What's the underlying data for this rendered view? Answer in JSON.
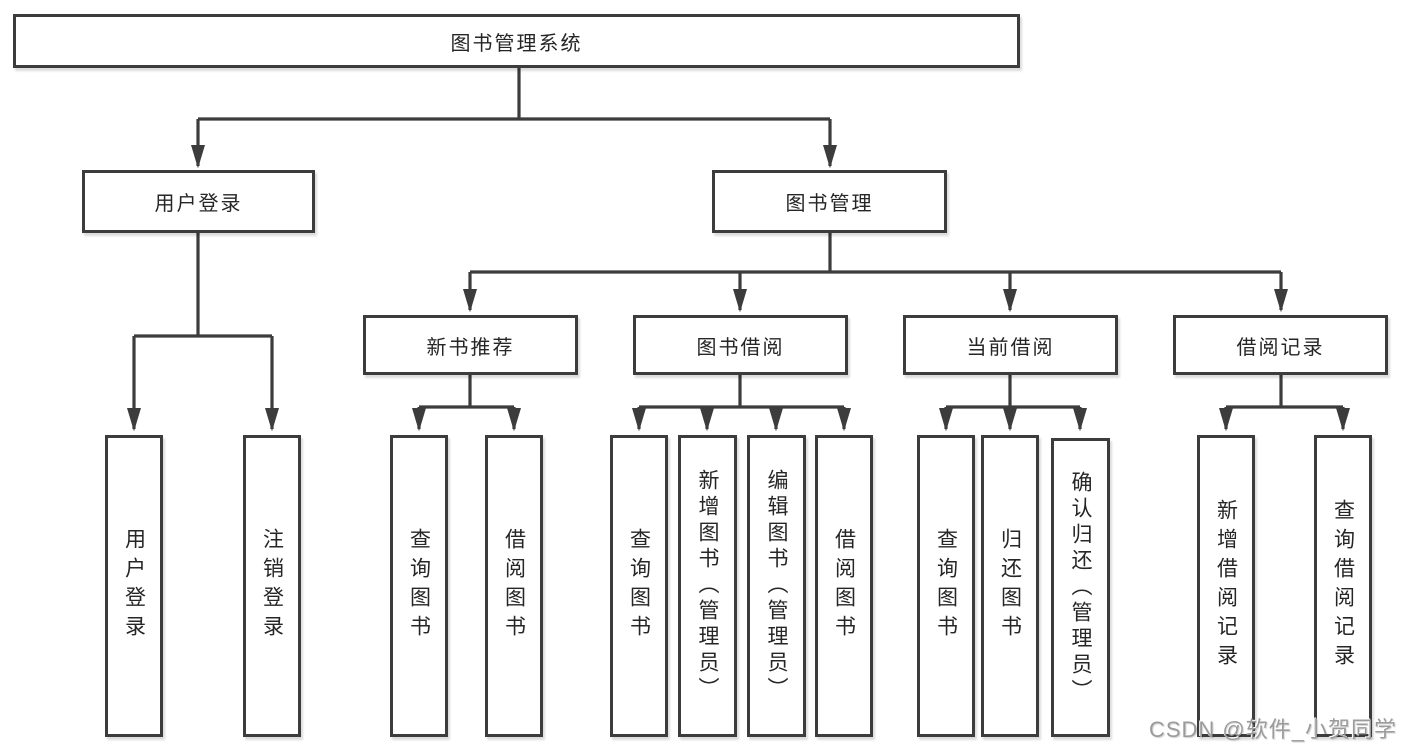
{
  "colors": {
    "line": "#3c3c3c",
    "box_border": "#3c3c3c",
    "text": "#262626",
    "background": "#ffffff",
    "watermark_text": "#9b9b9b"
  },
  "diagram": {
    "root": {
      "label": "图书管理系统"
    },
    "level2": [
      {
        "label": "用户登录"
      },
      {
        "label": "图书管理"
      }
    ],
    "level3": [
      {
        "label": "新书推荐"
      },
      {
        "label": "图书借阅"
      },
      {
        "label": "当前借阅"
      },
      {
        "label": "借阅记录"
      }
    ],
    "leaves": [
      {
        "label": "用户登录"
      },
      {
        "label": "注销登录"
      },
      {
        "label": "查询图书"
      },
      {
        "label": "借阅图书"
      },
      {
        "label": "查询图书"
      },
      {
        "label": "新增图书（管理员）"
      },
      {
        "label": "编辑图书（管理员）"
      },
      {
        "label": "借阅图书"
      },
      {
        "label": "查询图书"
      },
      {
        "label": "归还图书"
      },
      {
        "label": "确认归还（管理员）"
      },
      {
        "label": "新增借阅记录"
      },
      {
        "label": "查询借阅记录"
      }
    ]
  },
  "watermark": {
    "text": "CSDN @软件_小贺同学"
  }
}
